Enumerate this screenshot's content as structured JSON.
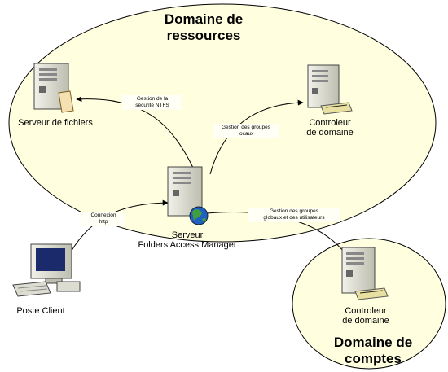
{
  "domains": {
    "resources": {
      "title_line1": "Domaine de",
      "title_line2": "ressources",
      "fill": "#ffffe0"
    },
    "accounts": {
      "title_line1": "Domaine de",
      "title_line2": "comptes",
      "fill": "#ffffe0"
    }
  },
  "nodes": {
    "file_server": {
      "label": "Serveur de fichiers",
      "icon": "server-tower-icon"
    },
    "dc_resources": {
      "label_line1": "Controleur",
      "label_line2": "de domaine",
      "icon": "domain-controller-icon"
    },
    "fam_server": {
      "label_line1": "Serveur",
      "label_line2": "Folders Access Manager",
      "icon": "server-globe-icon"
    },
    "dc_accounts": {
      "label_line1": "Controleur",
      "label_line2": "de domaine",
      "icon": "domain-controller-icon"
    },
    "client": {
      "label": "Poste Client",
      "icon": "workstation-icon"
    }
  },
  "links": {
    "ntfs": {
      "line1": "Gestion de la",
      "line2": "sécurité NTFS"
    },
    "local_groups": {
      "line1": "Gestion des groupes",
      "line2": "locaux"
    },
    "http": {
      "line1": "Connexion",
      "line2": "http"
    },
    "global_groups": {
      "line1": "Gestion des groupes",
      "line2": "globaux et des utilisateurs"
    }
  },
  "colors": {
    "domain_fill": "#ffffe0",
    "server_body": "#dcdcd0",
    "globe_blue": "#2060c0",
    "globe_green": "#40a040"
  }
}
